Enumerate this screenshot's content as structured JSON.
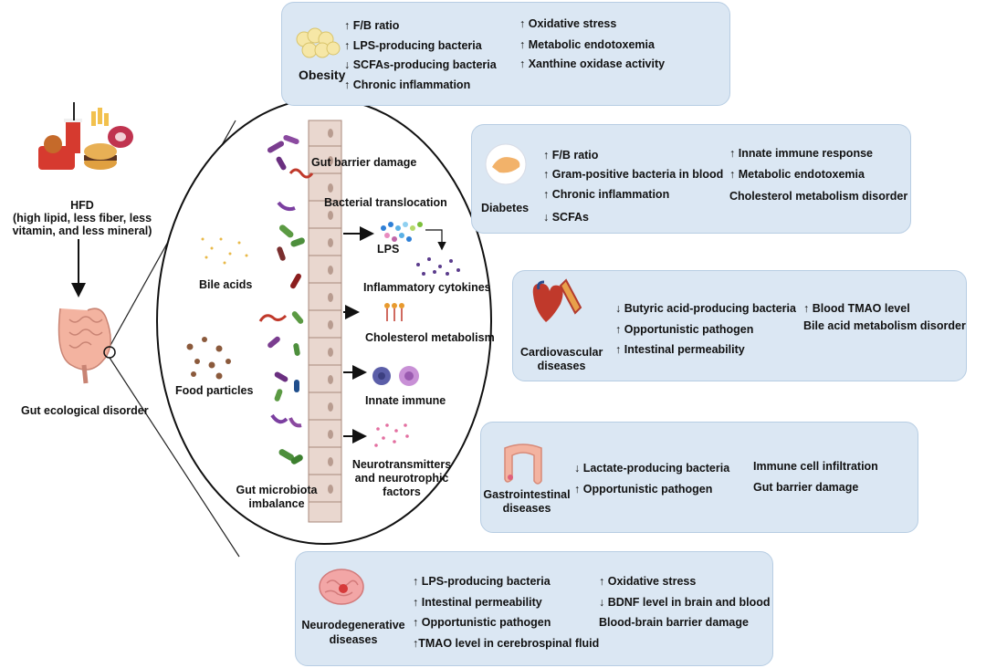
{
  "hfd": {
    "title": "HFD",
    "desc": [
      "(high lipid, less fiber, less",
      "vitamin, and less mineral)"
    ]
  },
  "gut": {
    "label": "Gut ecological disorder"
  },
  "center": {
    "gut_barrier_damage": "Gut barrier damage",
    "bacterial_translocation": "Bacterial translocation",
    "lps": "LPS",
    "inflammatory_cytokines": "Inflammatory cytokines",
    "cholesterol_metabolism": "Cholesterol metabolism",
    "innate_immune": "Innate immune",
    "neurotransmitters": [
      "Neurotransmitters",
      "and neurotrophic",
      "factors"
    ],
    "bile_acids": "Bile acids",
    "food_particles": "Food particles",
    "microbiota": [
      "Gut microbiota",
      "imbalance"
    ]
  },
  "panels": {
    "obesity": {
      "title": "Obesity",
      "col1": [
        "↑ F/B ratio",
        "↑ LPS-producing bacteria",
        "↓ SCFAs-producing bacteria",
        "↑ Chronic inflammation"
      ],
      "col2": [
        "↑ Oxidative stress",
        "↑ Metabolic endotoxemia",
        "↑ Xanthine oxidase activity"
      ]
    },
    "diabetes": {
      "title": "Diabetes",
      "col1": [
        "↑ F/B ratio",
        "↑ Gram-positive bacteria in blood",
        "↑ Chronic inflammation",
        "↓ SCFAs"
      ],
      "col2": [
        "↑ Innate immune response",
        "↑ Metabolic endotoxemia",
        "Cholesterol metabolism disorder"
      ]
    },
    "cardio": {
      "title": [
        "Cardiovascular",
        "diseases"
      ],
      "col1": [
        "↓ Butyric acid-producing bacteria",
        "↑ Opportunistic pathogen",
        "↑ Intestinal permeability"
      ],
      "col2": [
        "↑ Blood TMAO level",
        "Bile acid metabolism disorder"
      ]
    },
    "gastro": {
      "title": [
        "Gastrointestinal",
        "diseases"
      ],
      "col1": [
        "↓ Lactate-producing bacteria",
        "↑ Opportunistic pathogen"
      ],
      "col2": [
        "Immune cell infiltration",
        "Gut barrier damage"
      ]
    },
    "neuro": {
      "title": [
        "Neurodegenerative",
        "diseases"
      ],
      "col1": [
        "↑ LPS-producing bacteria",
        "↑ Intestinal permeability",
        "↑ Opportunistic pathogen",
        "↑TMAO level in cerebrospinal fluid"
      ],
      "col2": [
        "↑ Oxidative stress",
        "↓ BDNF level in brain and blood",
        "Blood-brain barrier damage"
      ]
    }
  },
  "icons": {
    "fat": "fat-cells-icon",
    "pancreas": "pancreas-icon",
    "heart": "heart-icon",
    "intestine": "intestine-icon",
    "brain": "brain-icon",
    "food": "fast-food-icon"
  },
  "colors": {
    "panel_bg": "#dbe7f3",
    "panel_border": "#b7cde3"
  }
}
